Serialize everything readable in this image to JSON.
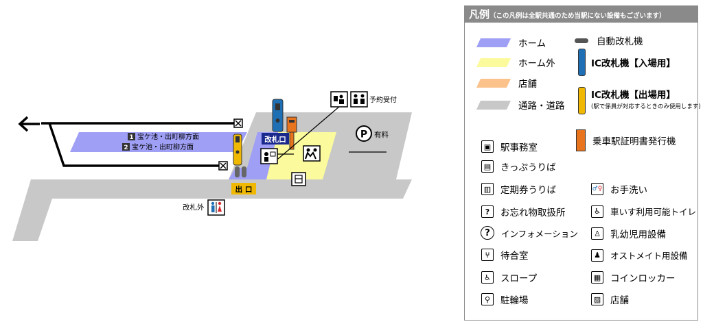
{
  "map": {
    "track1_label": "宝ケ池・出町柳方面",
    "track1_number": "1",
    "track2_label": "宝ケ池・出町柳方面",
    "track2_number": "2",
    "ticket_gate_label": "改札口",
    "exit_label": "出 口",
    "reservation_label": "予約受付",
    "parking_label": "有料",
    "parking_symbol": "P",
    "outside_toilet_label": "改札外"
  },
  "legend": {
    "title": "凡例",
    "note": "（この凡例は全駅共通のため当駅にない設備もございます）",
    "areas": [
      {
        "label": "ホーム",
        "color": "#9f9ff5"
      },
      {
        "label": "ホーム外",
        "color": "#fbfb9e"
      },
      {
        "label": "店舗",
        "color": "#fbc28c"
      },
      {
        "label": "通路・道路",
        "color": "#c8c8c8"
      }
    ],
    "auto_gate": "自動改札機",
    "ic_gate_in": "IC改札機【入場用】",
    "ic_gate_out": "IC改札機【出場用】",
    "ic_gate_out_note": "(駅で係員が対応するときのみ使用します)",
    "certificate": "乗車駅証明書発行機",
    "facilities_left": [
      {
        "label": "駅事務室",
        "icon": "station-office-icon",
        "glyph": "▣"
      },
      {
        "label": "きっぷうりば",
        "icon": "ticket-office-icon",
        "glyph": "▤"
      },
      {
        "label": "定期券うりば",
        "icon": "pass-office-icon",
        "glyph": "▥"
      },
      {
        "label": "お忘れ物取扱所",
        "icon": "lost-found-icon",
        "glyph": "?"
      },
      {
        "label": "インフォメーション",
        "icon": "information-icon",
        "glyph": "?"
      },
      {
        "label": "待合室",
        "icon": "waiting-room-icon",
        "glyph": "⑂"
      },
      {
        "label": "スロープ",
        "icon": "slope-icon",
        "glyph": "♿"
      },
      {
        "label": "駐輪場",
        "icon": "bicycle-parking-icon",
        "glyph": "⚲"
      }
    ],
    "facilities_right": [
      {
        "label": "お手洗い",
        "icon": "toilet-icon",
        "glyph": "♂♀"
      },
      {
        "label": "車いす利用可能トイレ",
        "icon": "accessible-toilet-icon",
        "glyph": "♿"
      },
      {
        "label": "乳幼児用設備",
        "icon": "baby-facility-icon",
        "glyph": "♙"
      },
      {
        "label": "オストメイト用設備",
        "icon": "ostomate-icon",
        "glyph": "♟"
      },
      {
        "label": "コインロッカー",
        "icon": "coin-locker-icon",
        "glyph": "▦"
      },
      {
        "label": "店舗",
        "icon": "shop-icon",
        "glyph": "▨"
      }
    ],
    "colors": {
      "header": "#8a8a8a",
      "auto_gate": "#555555",
      "ic_in": "#1f6fb5",
      "ic_out": "#f0b800",
      "certificate": "#e8741e"
    }
  }
}
